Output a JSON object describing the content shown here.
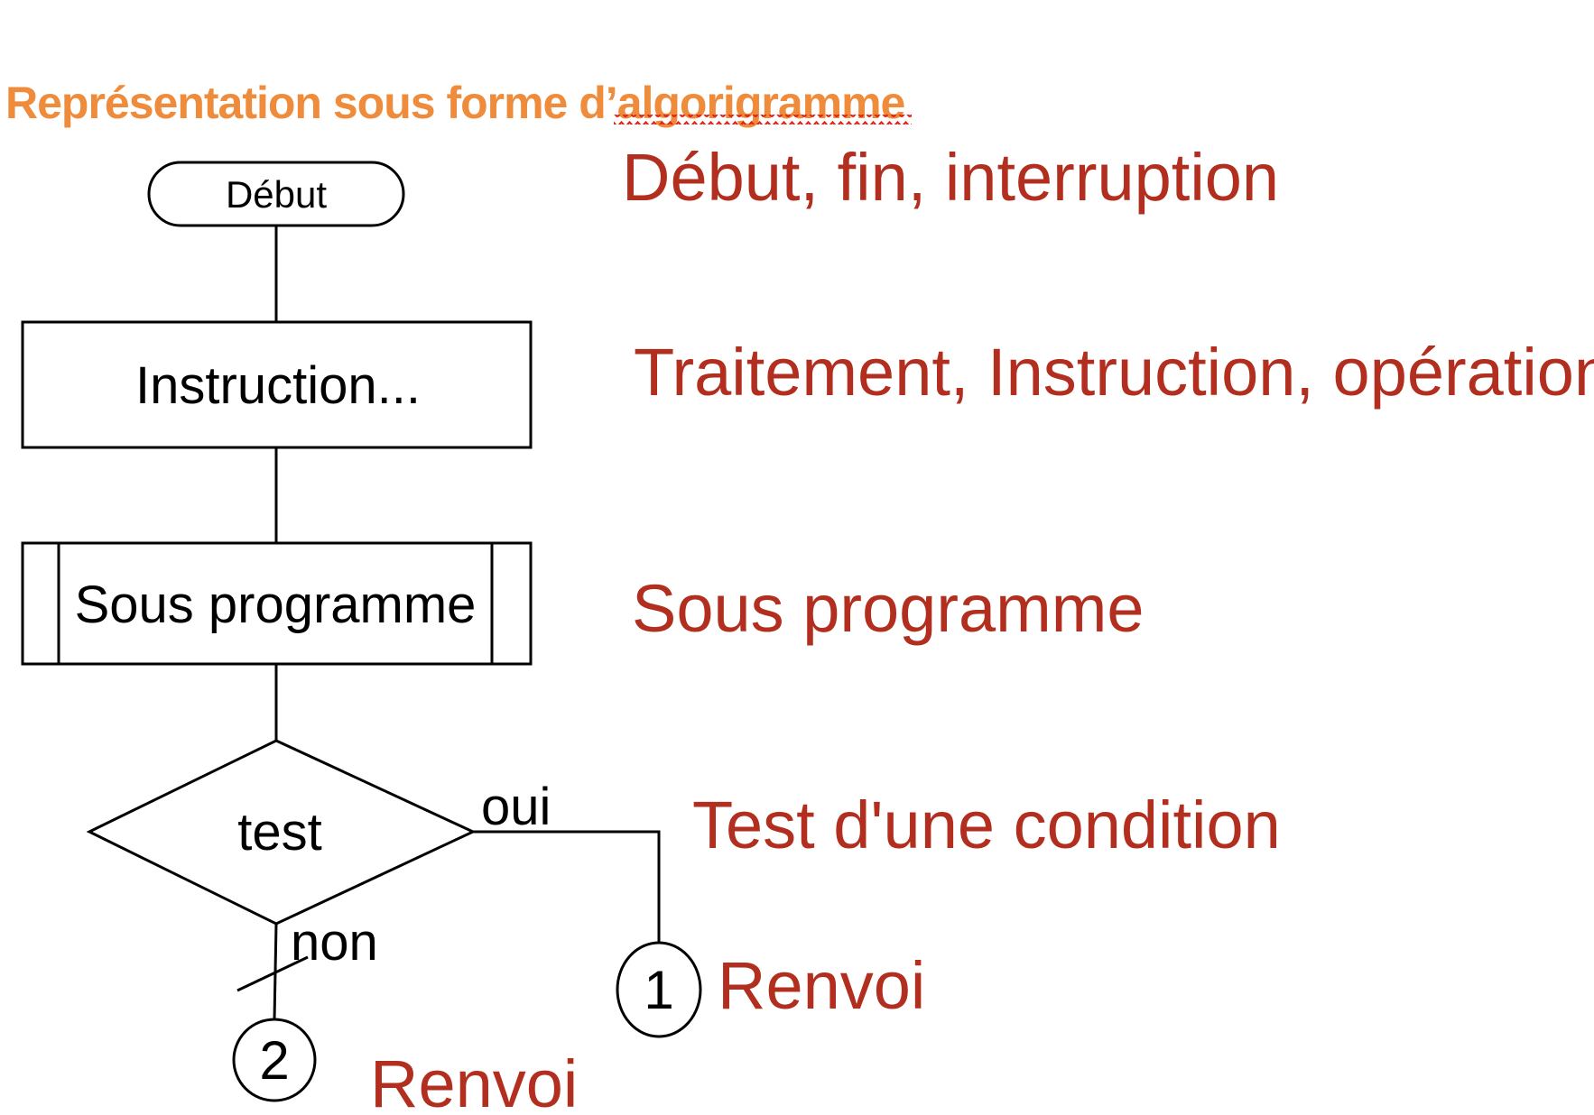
{
  "title": {
    "text": "Représentation sous forme d’algorigramme",
    "color": "#EE8C3C",
    "underline_color": "#E02418",
    "underline_style": "wavy"
  },
  "flowchart": {
    "stroke_color": "#000000",
    "nodes": {
      "start": {
        "label": "Début",
        "shape": "terminator"
      },
      "process": {
        "label": "Instruction...",
        "shape": "process"
      },
      "subroutine": {
        "label": "Sous programme",
        "shape": "predefined-process"
      },
      "decision": {
        "label": "test",
        "shape": "decision"
      },
      "connector1": {
        "label": "1",
        "shape": "connector-circle"
      },
      "connector2": {
        "label": "2",
        "shape": "connector-circle"
      }
    },
    "branches": {
      "yes": "oui",
      "no": "non"
    }
  },
  "annotations": {
    "color": "#B22E1F",
    "items": {
      "terminator": "Début, fin, interruption",
      "process": "Traitement, Instruction, opération...",
      "subroutine": "Sous programme",
      "decision": "Test d'une condition",
      "renvoi1": "Renvoi",
      "renvoi2": "Renvoi"
    }
  }
}
